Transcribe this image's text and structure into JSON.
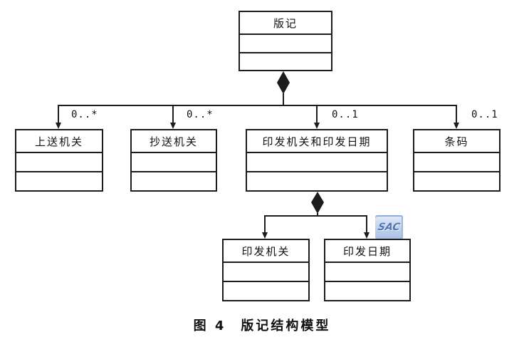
{
  "diagram": {
    "caption": "图 4　版记结构模型",
    "line_color": "#1c1c1c",
    "relationship": "composition",
    "root": {
      "title": "版记"
    },
    "children": [
      {
        "title": "上送机关",
        "multiplicity": "0..*"
      },
      {
        "title": "抄送机关",
        "multiplicity": "0..*"
      },
      {
        "title": "印发机关和印发日期",
        "multiplicity": "0..1"
      },
      {
        "title": "条码",
        "multiplicity": "0..1"
      }
    ],
    "sub_children": [
      {
        "title": "印发机关"
      },
      {
        "title": "印发日期"
      }
    ],
    "watermark": {
      "text": "SAC",
      "tile_color": "#b9cce9",
      "text_color": "#4f77b5"
    }
  }
}
